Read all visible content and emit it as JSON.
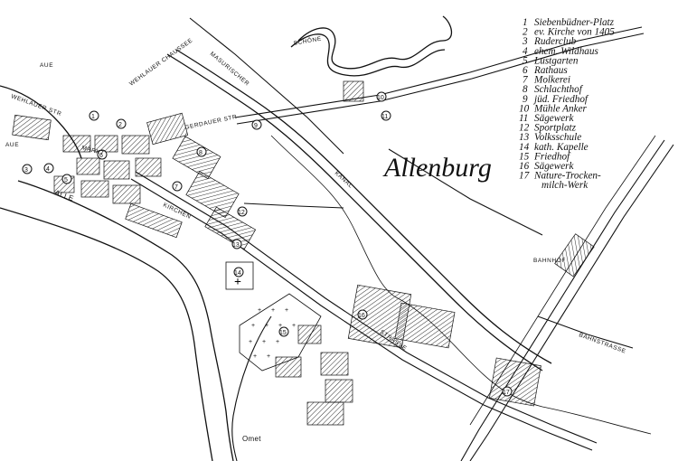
{
  "map": {
    "title": "Allenburg",
    "legend": [
      {
        "n": "1",
        "text": "Siebenbüdner-Platz"
      },
      {
        "n": "2",
        "text": "ev. Kirche von 1405"
      },
      {
        "n": "3",
        "text": "Ruderclub"
      },
      {
        "n": "4",
        "text": "ehem. Wildhaus"
      },
      {
        "n": "5",
        "text": "Lustgarten"
      },
      {
        "n": "6",
        "text": "Rathaus"
      },
      {
        "n": "7",
        "text": "Molkerei"
      },
      {
        "n": "8",
        "text": "Schlachthof"
      },
      {
        "n": "9",
        "text": "jüd. Friedhof"
      },
      {
        "n": "10",
        "text": "Mühle Anker"
      },
      {
        "n": "11",
        "text": "Sägewerk"
      },
      {
        "n": "12",
        "text": "Sportplatz"
      },
      {
        "n": "13",
        "text": "Volksschule"
      },
      {
        "n": "14",
        "text": "kath. Kapelle"
      },
      {
        "n": "15",
        "text": "Friedhof"
      },
      {
        "n": "16",
        "text": "Sägewerk"
      },
      {
        "n": "17a",
        "text": "Nature-Trocken-"
      },
      {
        "n": "17b",
        "text": "milch-Werk"
      }
    ],
    "labels": {
      "masurischer": "MASURISCHER",
      "kanal": "KANAL",
      "alle": "ALLE",
      "aue_top": "AUE",
      "aue_left": "AUE",
      "bahnhof": "BAHNHOF",
      "omet": "Omet",
      "schoene": "SCHÖNE",
      "wehlauer_chaussee": "WEHLAUER CHAUSSEE",
      "wehlauer_str": "WEHLAUER STR",
      "gerdauer_str": "GERDAUER STR",
      "strasse": "STRASSE",
      "markt": "MARKT",
      "kirchen": "KIRCHEN",
      "bahnstrasse": "BAHNSTRASSE"
    },
    "markers": [
      "1",
      "2",
      "3",
      "4",
      "5",
      "6",
      "7",
      "8",
      "9",
      "10",
      "11",
      "12",
      "13",
      "14",
      "15",
      "16",
      "17"
    ]
  }
}
